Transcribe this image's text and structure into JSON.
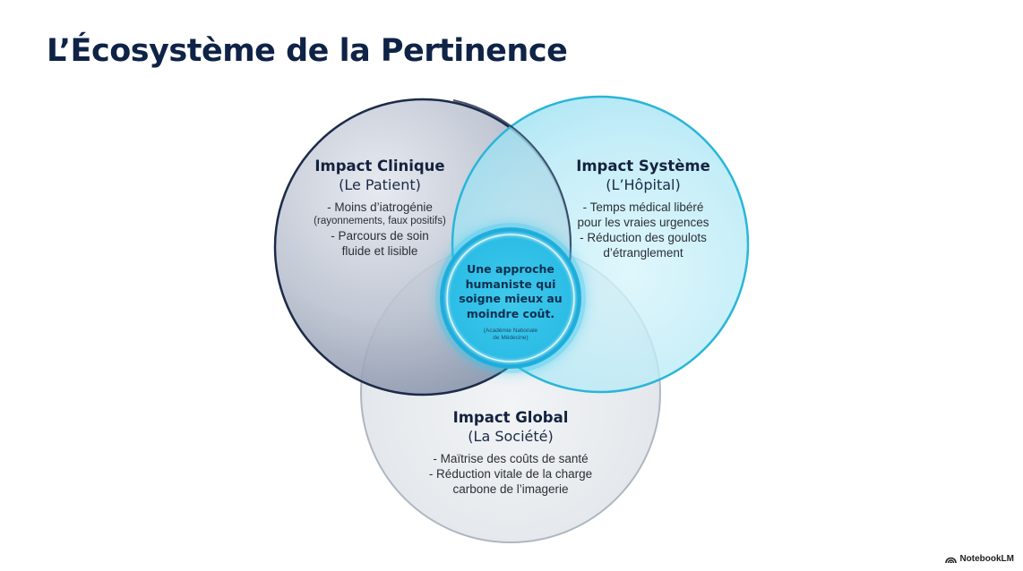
{
  "title": "L’Écosystème de la Pertinence",
  "circles": {
    "clinical": {
      "heading": "Impact Clinique",
      "subheading": "(Le Patient)",
      "bullets": [
        "- Moins d’iatrogénie",
        "(rayonnements, faux positifs)",
        "- Parcours de soin",
        "fluide et lisible"
      ],
      "color": "#1c2b4a"
    },
    "system": {
      "heading": "Impact Système",
      "subheading": "(L’Hôpital)",
      "bullets": [
        "- Temps médical libéré",
        "pour les vraies urgences",
        "- Réduction des goulots",
        "d’étranglement"
      ],
      "color": "#29b6d8"
    },
    "global": {
      "heading": "Impact Global",
      "subheading": "(La Société)",
      "bullets": [
        "- Maïtrise des coûts de santé",
        "- Réduction vitale de la charge",
        "carbone de l’imagerie"
      ],
      "color": "#aab4bf"
    }
  },
  "center": {
    "quote_lines": [
      "Une approche",
      "humaniste qui",
      "soigne mieux au",
      "moindre coût."
    ],
    "source_lines": [
      "(Académie Nationale",
      "de Médecine)"
    ],
    "color": "#2fc3e8"
  },
  "brand": {
    "label": "NotebookLM",
    "icon": "notebooklm-logo-icon"
  }
}
